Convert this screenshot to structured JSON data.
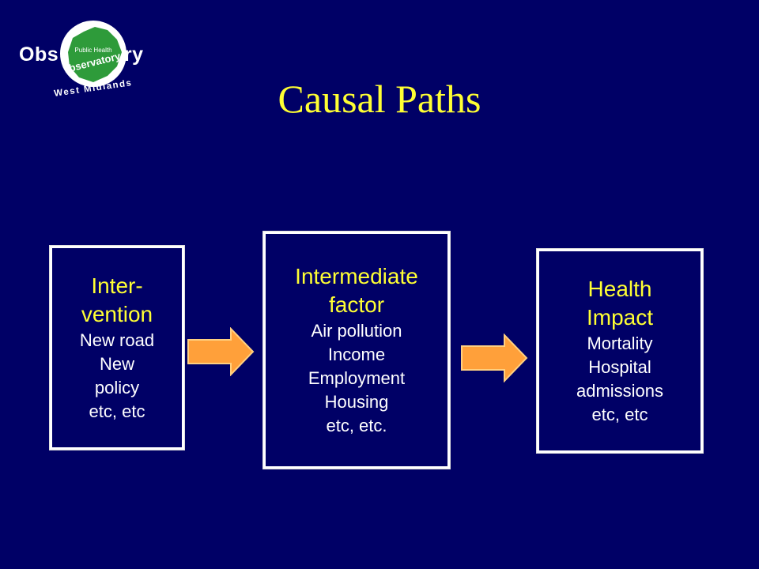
{
  "logo": {
    "word": "Observatory",
    "sub1": "Public Health",
    "sub2": "Observatory",
    "region": "West Midlands"
  },
  "title": "Causal Paths",
  "boxes": [
    {
      "title_lines": [
        "Inter-",
        "vention"
      ],
      "items": [
        "New road",
        "New",
        "policy",
        "etc, etc"
      ]
    },
    {
      "title_lines": [
        "Intermediate",
        "factor"
      ],
      "items": [
        "Air pollution",
        "Income",
        "Employment",
        "Housing",
        "etc, etc."
      ]
    },
    {
      "title_lines": [
        "Health",
        "Impact"
      ],
      "items": [
        "Mortality",
        "Hospital",
        "admissions",
        "etc, etc"
      ]
    }
  ],
  "colors": {
    "background": "#000066",
    "title": "#ffff33",
    "arrow": "#ffa03a",
    "logo_green": "#2e9b3a"
  }
}
